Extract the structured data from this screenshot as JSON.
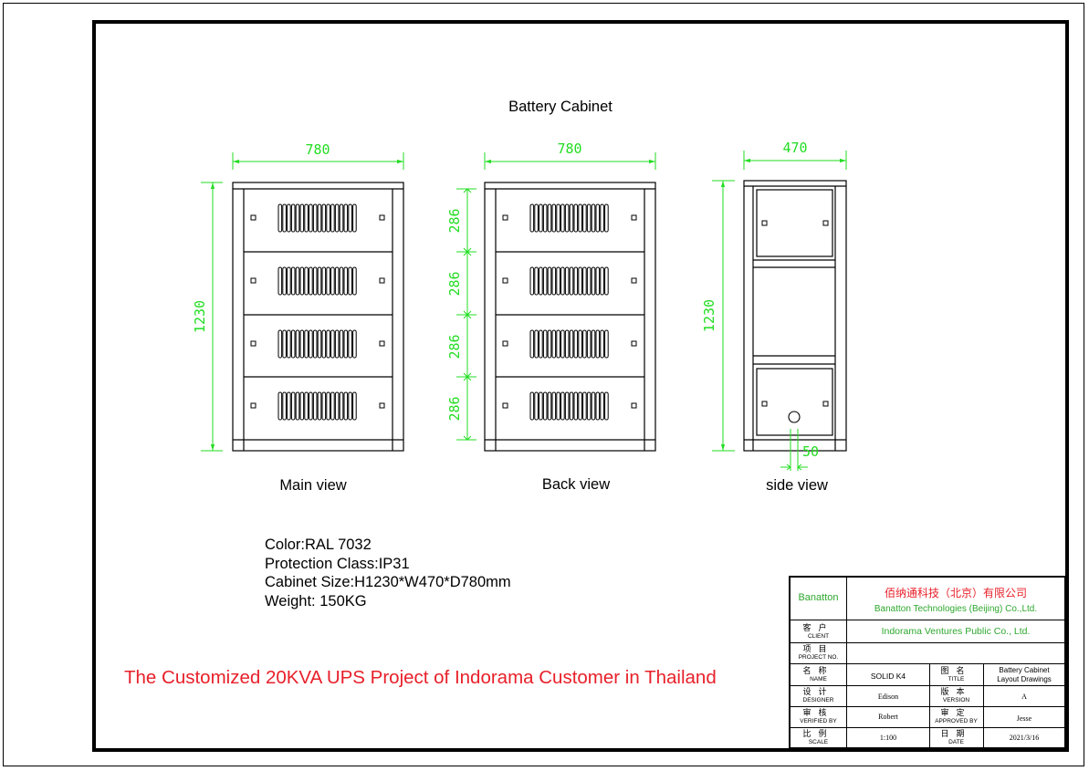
{
  "drawing": {
    "title": "Battery Cabinet",
    "views": {
      "main": {
        "label": "Main view",
        "width_dim": "780",
        "height_dim": "1230"
      },
      "back": {
        "label": "Back view",
        "width_dim": "780",
        "module_dims": [
          "286",
          "286",
          "286",
          "286"
        ]
      },
      "side": {
        "label": "side view",
        "width_dim": "470",
        "height_dim": "1230",
        "hole_dim": "50"
      }
    }
  },
  "specs": {
    "color": "Color:RAL 7032",
    "protection": "Protection Class:IP31",
    "size": "Cabinet Size:H1230*W470*D780mm",
    "weight": "Weight: 150KG"
  },
  "project_title": "The Customized 20KVA UPS Project of Indorama Customer in Thailand",
  "title_block": {
    "brand": "Banatton",
    "company_cn": "佰纳通科技（北京）有限公司",
    "company_en": "Banatton Technologies (Beijing) Co.,Ltd.",
    "client_cn": "客户",
    "client_en": "CLIENT",
    "client_value": "Indorama Ventures Public Co., Ltd.",
    "project_no_cn": "项目",
    "project_no_en": "PROJECT NO.",
    "name_cn": "名称",
    "name_en": "NAME",
    "name_value": "SOLID K4",
    "title_cn": "图名",
    "title_en": "TITLE",
    "title_value_1": "Battery Cabinet",
    "title_value_2": "Layout Drawings",
    "designer_cn": "设计",
    "designer_en": "DESIGNER",
    "designer_value": "Edison",
    "version_cn": "版本",
    "version_en": "VERSION",
    "version_value": "A",
    "verified_cn": "审核",
    "verified_en": "VERIFIED BY",
    "verified_value": "Robert",
    "approved_cn": "审定",
    "approved_en": "APPROVED BY",
    "approved_value": "Jesse",
    "scale_cn": "比例",
    "scale_en": "SCALE",
    "scale_value": "1:100",
    "date_cn": "日期",
    "date_en": "DATE",
    "date_value": "2021/3/16"
  },
  "colors": {
    "dimension": "#22dd22",
    "outline": "#000000",
    "project_title": "#e8202a",
    "company_cn": "#e8202a",
    "company_en": "#2ea82e",
    "brand": "#2ea82e"
  }
}
